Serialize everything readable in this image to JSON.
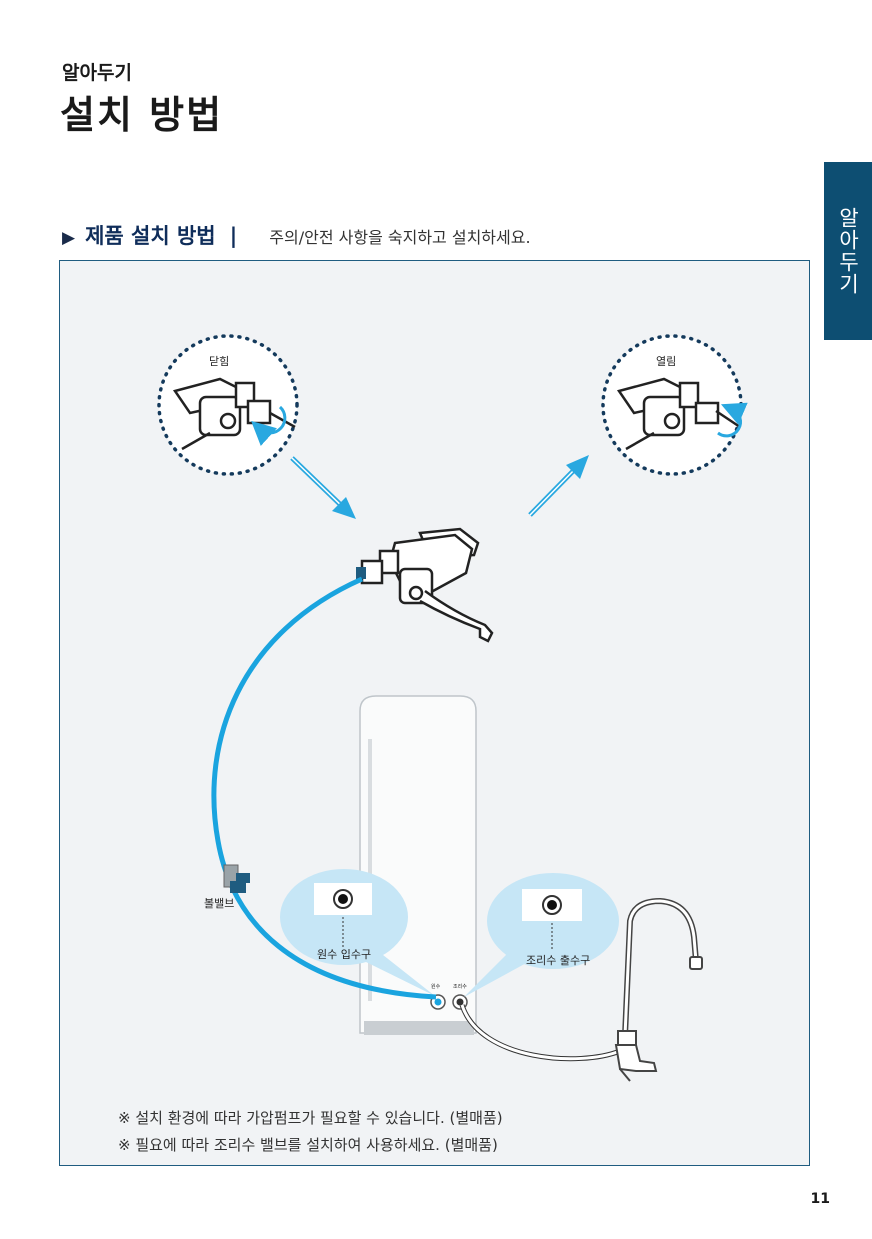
{
  "header": {
    "kicker": "알아두기",
    "title": "설치 방법"
  },
  "side_tab": {
    "label": "알아두기",
    "color": "#0d4e72"
  },
  "section": {
    "marker": "▶",
    "heading": "제품 설치 방법",
    "separator": "|",
    "description": "주의/안전 사항을 숙지하고 설치하세요."
  },
  "diagram": {
    "closed_label": "닫힘",
    "open_label": "열림",
    "ball_valve_label": "볼밸브",
    "raw_water_inlet_label": "원수 입수구",
    "cooking_water_outlet_label": "조리수 출수구",
    "port_small_left": "원수",
    "port_small_right": "조리수",
    "hose_color": "#1aa4df",
    "accent_color": "#1f5c80"
  },
  "notes": [
    "※ 설치 환경에 따라 가압펌프가 필요할 수 있습니다. (별매품)",
    "※ 필요에 따라 조리수 밸브를 설치하여 사용하세요. (별매품)"
  ],
  "page_number": "11"
}
